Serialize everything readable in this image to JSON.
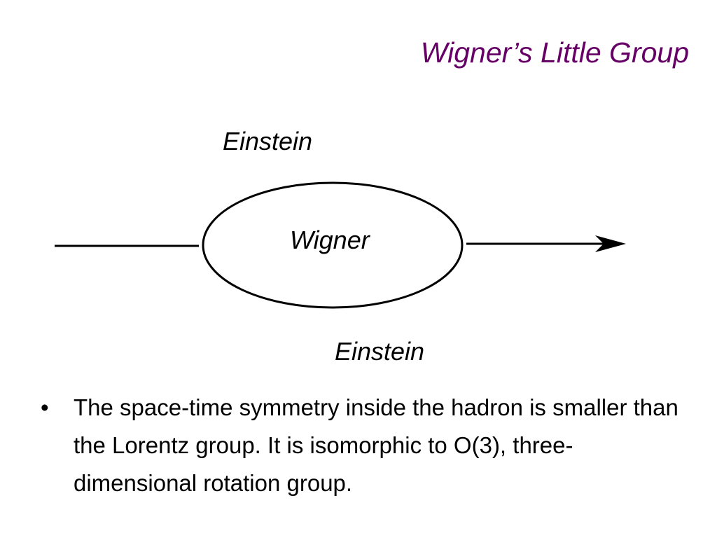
{
  "slide": {
    "title": "Wigner’s Little Group",
    "title_color": "#660066"
  },
  "diagram": {
    "label_top": "Einstein",
    "label_center": "Wigner",
    "label_bottom": "Einstein"
  },
  "bullets": [
    {
      "marker": "•",
      "text": "The space-time symmetry inside the hadron is smaller than the Lorentz group.  It is isomorphic to O(3), three-dimensional rotation group."
    }
  ]
}
